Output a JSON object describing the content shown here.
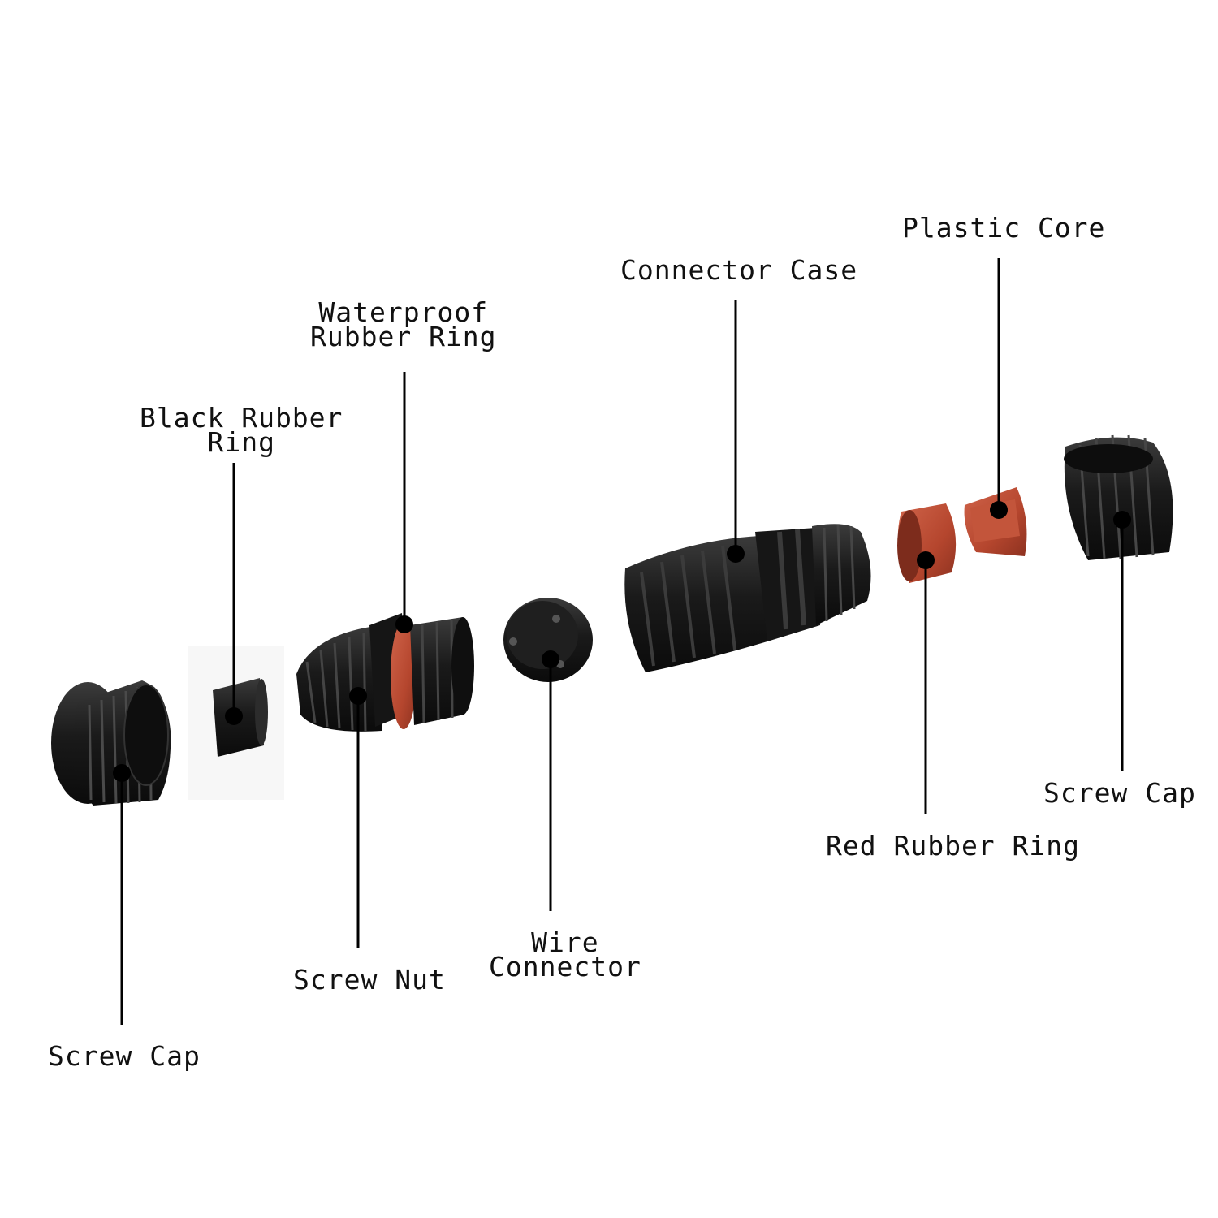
{
  "labels": {
    "waterproof_rubber_ring": [
      "Waterproof",
      "Rubber Ring"
    ],
    "black_rubber_ring": [
      "Black Rubber",
      "Ring"
    ],
    "connector_case": "Connector Case",
    "plastic_core": "Plastic Core",
    "screw_cap_left": "Screw Cap",
    "screw_nut": "Screw Nut",
    "wire_connector": [
      "Wire",
      "Connector"
    ],
    "red_rubber_ring": "Red Rubber Ring",
    "screw_cap_right": "Screw Cap"
  },
  "colors": {
    "part_black": "#1c1c1c",
    "part_highlight": "#3a3a3a",
    "rubber_red": "#b5462e",
    "leader": "#000000"
  }
}
